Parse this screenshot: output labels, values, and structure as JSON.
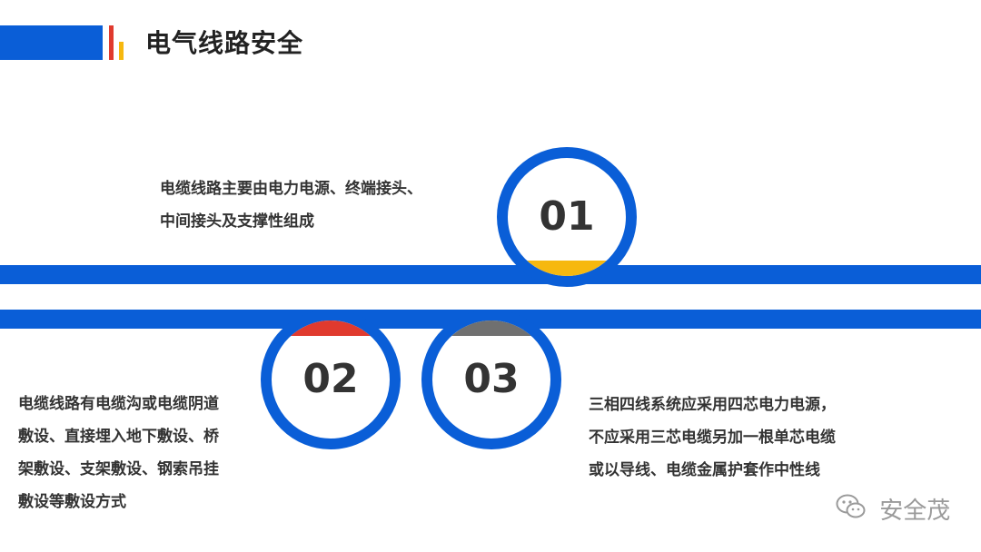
{
  "header": {
    "title": "电气线路安全",
    "colors": {
      "blue": "#0a5ed7",
      "red": "#e03a2e",
      "yellow": "#f6b80f"
    }
  },
  "items": [
    {
      "number": "01",
      "accent": "#f6b80f",
      "lines": [
        "电缆线路主要由电力电源、终端接头、",
        "中间接头及支撑性组成"
      ]
    },
    {
      "number": "02",
      "accent": "#e03a2e",
      "lines": [
        "电缆线路有电缆沟或电缆阴道",
        "敷设、直接埋入地下敷设、桥",
        "架敷设、支架敷设、钢索吊挂",
        "敷设等敷设方式"
      ]
    },
    {
      "number": "03",
      "accent": "#707070",
      "lines": [
        "三相四线系统应采用四芯电力电源，",
        "不应采用三芯电缆另加一根单芯电缆",
        "或以导线、电缆金属护套作中性线"
      ]
    }
  ],
  "watermark": {
    "icon": "wechat-icon",
    "label": "安全茂"
  }
}
